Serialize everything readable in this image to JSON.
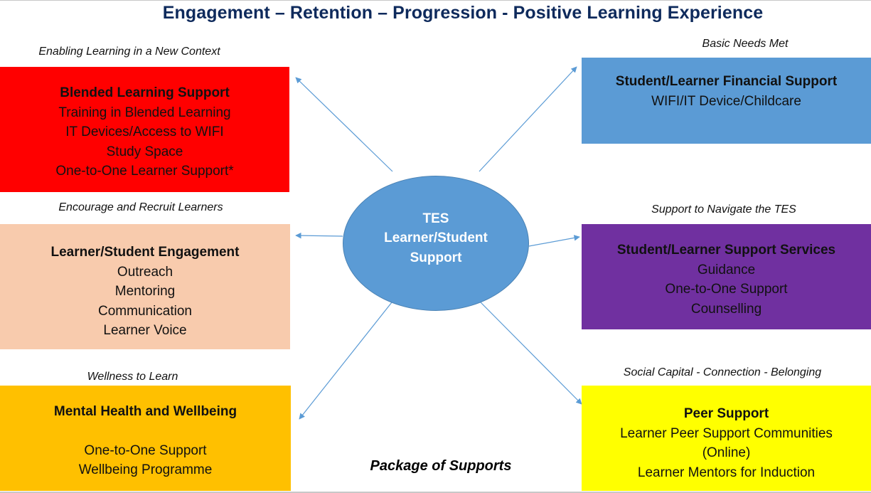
{
  "title": "Engagement – Retention – Progression - Positive Learning Experience",
  "center": {
    "lines": [
      "TES",
      "Learner/Student",
      "Support"
    ],
    "color": "#5b9bd5"
  },
  "footer_label": "Package of Supports",
  "boxes": {
    "blended": {
      "caption": "Enabling Learning in a New Context",
      "heading": "Blended Learning Support",
      "items": [
        "Training in Blended Learning",
        "IT Devices/Access to WIFI",
        "Study Space",
        "One-to-One Learner Support*"
      ],
      "color": "#ff0000"
    },
    "engagement": {
      "caption": "Encourage and Recruit Learners",
      "heading": "Learner/Student Engagement",
      "items": [
        "Outreach",
        "Mentoring",
        "Communication",
        "Learner Voice"
      ],
      "color": "#f8cbad"
    },
    "wellbeing": {
      "caption": "Wellness to Learn",
      "heading": "Mental Health and Wellbeing",
      "items": [
        "One-to-One Support",
        "Wellbeing Programme"
      ],
      "color": "#ffc000"
    },
    "financial": {
      "caption": "Basic Needs Met",
      "heading": "Student/Learner Financial Support",
      "items": [
        "WIFI/IT Device/Childcare"
      ],
      "color": "#5b9bd5"
    },
    "services": {
      "caption": "Support to Navigate the TES",
      "heading": "Student/Learner Support Services",
      "items": [
        "Guidance",
        "One-to-One Support",
        "Counselling"
      ],
      "color": "#7030a0"
    },
    "peer": {
      "caption": "Social Capital - Connection - Belonging",
      "heading": "Peer Support",
      "items": [
        "Learner Peer Support Communities",
        "(Online)",
        "Learner Mentors for Induction"
      ],
      "color": "#ffff00"
    }
  },
  "arrow_color": "#5b9bd5"
}
